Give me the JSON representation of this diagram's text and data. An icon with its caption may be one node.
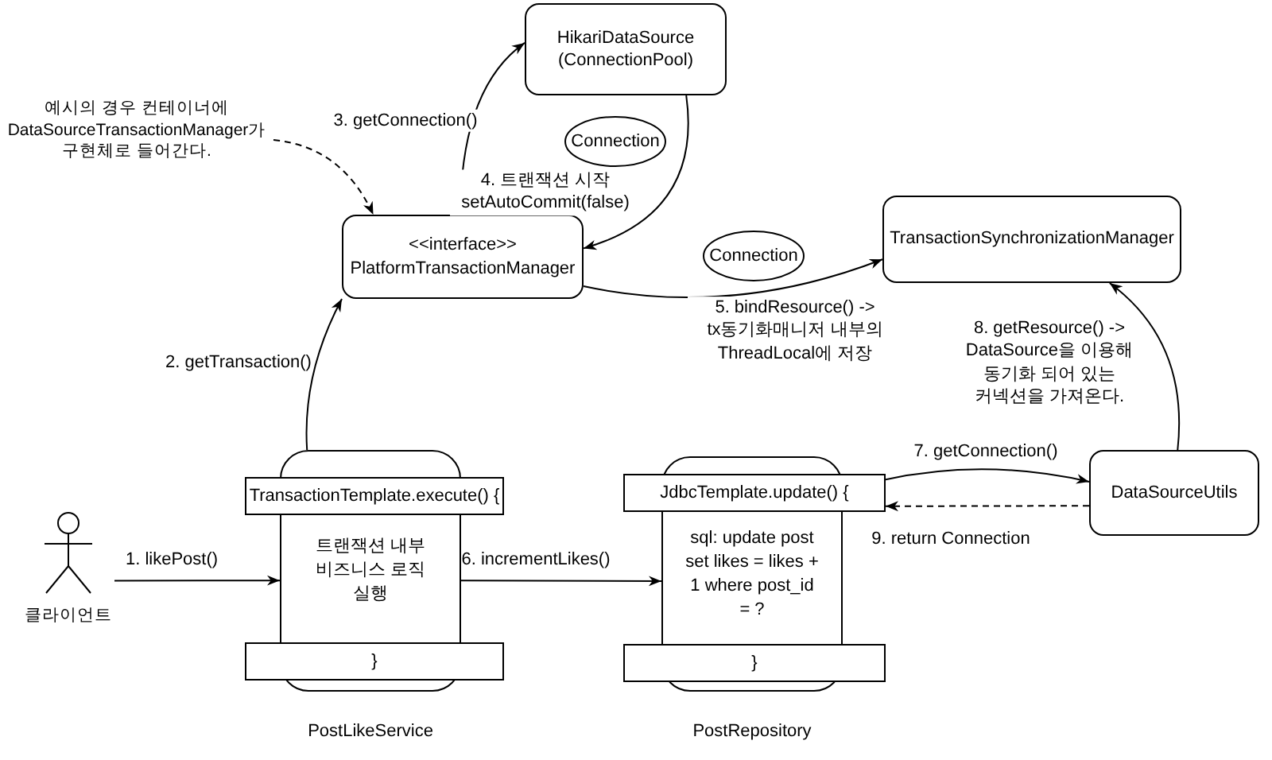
{
  "diagram": {
    "nodes": [
      {
        "text": [
          "HikariDataSource (ConnectionPool)"
        ]
      },
      {
        "text": [
          "Connection"
        ]
      },
      {
        "text": [
          "예시의 경우 컨테이너에 DataSourceTransactionManager가 구현체로 들어간다."
        ]
      },
      {
        "text": [
          "<<interface>>",
          "PlatformTransactionManager"
        ]
      },
      {
        "text": [
          "Connection"
        ]
      },
      {
        "text": [
          "TransactionSynchronizationManager"
        ]
      },
      {
        "text": [
          "클라이언트"
        ]
      },
      {
        "text": [
          "트랜잭션 내부 비즈니스 로직 실행",
          "PostLikeService"
        ]
      },
      {
        "text": [
          "TransactionTemplate.execute() {"
        ]
      },
      {
        "text": [
          "}"
        ]
      },
      {
        "text": [
          "sql: update post set likes = likes + 1 where post_id = ?",
          "PostRepository"
        ]
      },
      {
        "text": [
          "JdbcTemplate.update() {"
        ]
      },
      {
        "text": [
          "}"
        ]
      },
      {
        "text": [
          "DataSourceUtils"
        ]
      }
    ],
    "edges": [
      {
        "from": 2,
        "to": 3,
        "arrow": "to",
        "style": "dashed"
      },
      {
        "from": 6,
        "to": 7,
        "arrow": "to",
        "label": "1. likePost()"
      },
      {
        "from": 7,
        "to": 3,
        "arrow": "to",
        "label": "2. getTransaction()"
      },
      {
        "from": 3,
        "to": 0,
        "arrow": "to",
        "label": "3. getConnection()"
      },
      {
        "from": 0,
        "to": 3,
        "arrow": "to",
        "label": "4. 트랜잭션 시작 setAutoCommit(false)"
      },
      {
        "from": 3,
        "to": 5,
        "arrow": "to",
        "label": "5. bindResource() -> tx동기화매니저 내부의 ThreadLocal에 저장"
      },
      {
        "from": 7,
        "to": 10,
        "arrow": "to",
        "label": "6. incrementLikes()"
      },
      {
        "from": 11,
        "to": 13,
        "arrow": "to",
        "label": "7. getConnection()"
      },
      {
        "from": 13,
        "to": 5,
        "arrow": "to",
        "label": "8. getResource() -> DataSource을 이용해 동기화 되어 있는 커넥션을 가져온다."
      },
      {
        "from": 13,
        "to": 11,
        "arrow": "to",
        "style": "dashed",
        "label": "9. return Connection"
      }
    ]
  }
}
